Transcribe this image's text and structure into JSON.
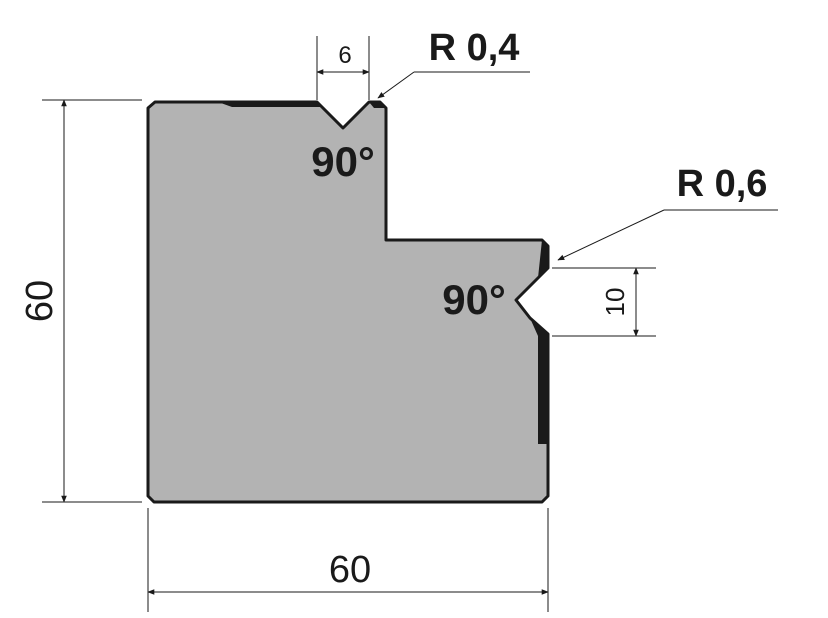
{
  "dimensions": {
    "top_notch_width": "6",
    "top_radius": "R 0,4",
    "top_angle": "90°",
    "side_radius": "R 0,6",
    "side_angle": "90°",
    "side_notch_width": "10",
    "height": "60",
    "width": "60"
  },
  "colors": {
    "profile_fill": "#b3b3b3",
    "outline": "#1a1a1a"
  }
}
